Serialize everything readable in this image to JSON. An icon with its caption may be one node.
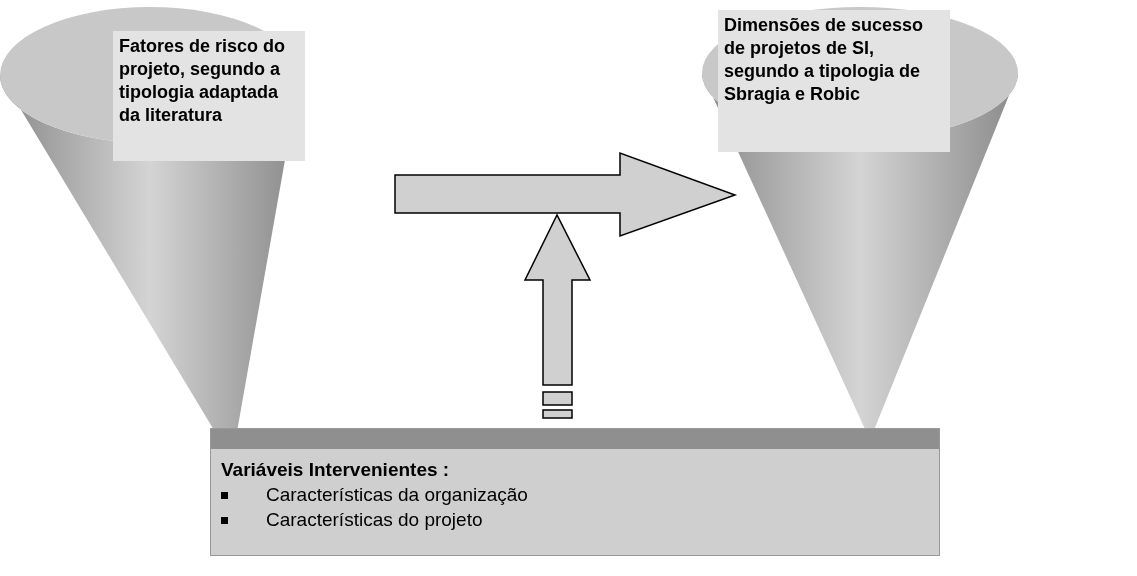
{
  "diagram": {
    "nodes": [
      {
        "text": [
          "Fatores de risco do projeto, segundo a tipologia adaptada da literatura"
        ]
      },
      {
        "text": [
          "Dimensões de sucesso de projetos de SI, segundo a tipologia de Sbragia e Robic"
        ]
      },
      {
        "text": [
          "Variáveis Intervenientes :",
          "Características da organização",
          "Características do projeto"
        ]
      }
    ],
    "edges": [
      {
        "from": 0,
        "to": 1,
        "arrow": "to"
      },
      {
        "from": 2,
        "to": null,
        "arrow": "to"
      }
    ]
  }
}
